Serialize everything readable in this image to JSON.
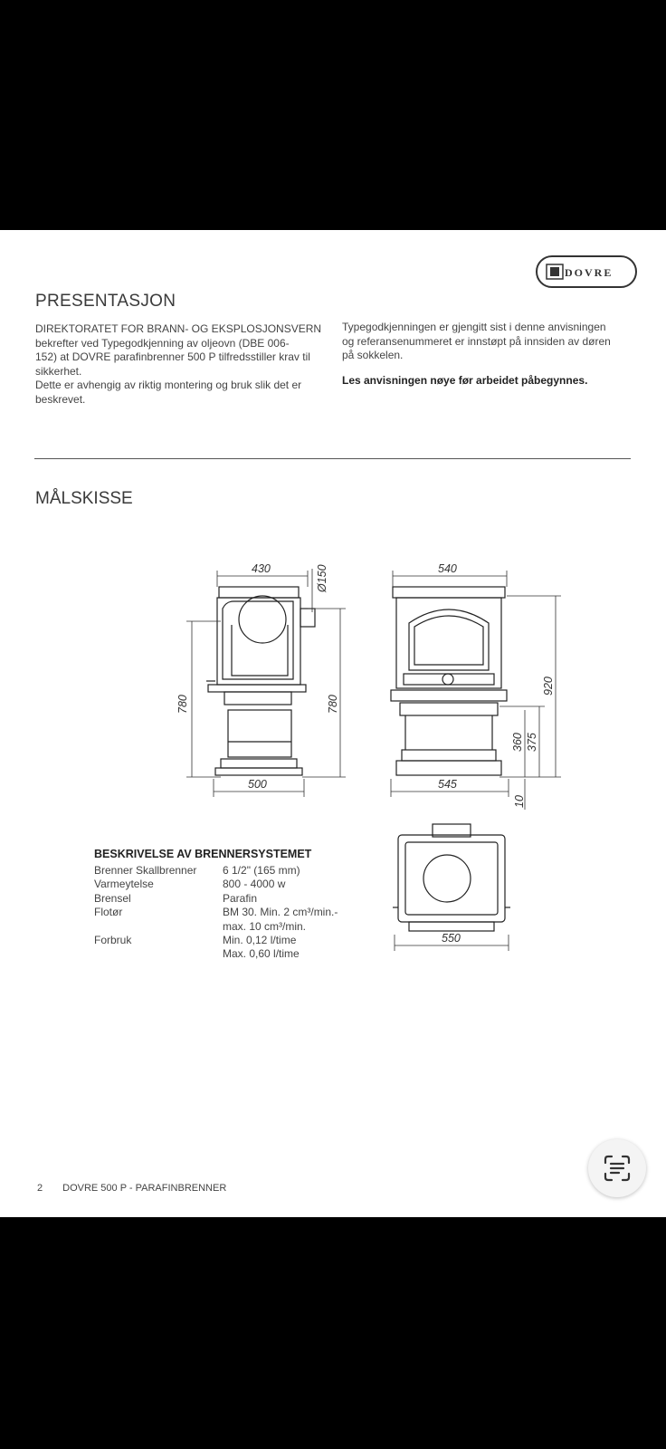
{
  "header": {
    "logo_text": "DOVRE"
  },
  "presentasjon": {
    "title": "PRESENTASJON",
    "left_lines": [
      "DIREKTORATET FOR BRANN- OG EKSPLOSJONSVERN",
      "bekrefter ved Typegodkjenning av oljeovn (DBE 006-",
      "152) at DOVRE parafinbrenner 500 P tilfredsstiller krav til",
      "sikkerhet.",
      "Dette er avhengig av riktig montering og bruk slik det er",
      "beskrevet."
    ],
    "right_lines": [
      "Typegodkjenningen er gjengitt sist i denne anvisningen",
      "og referansenummeret er innstøpt på innsiden av døren",
      "på sokkelen."
    ],
    "right_bold": "Les anvisningen nøye før arbeidet påbegynnes."
  },
  "malskisse": {
    "title": "MÅLSKISSE",
    "dims": {
      "side_width": "430",
      "flue": "Ø150",
      "side_height_left": "780",
      "side_height_right": "780",
      "side_depth": "500",
      "front_width": "540",
      "front_height": "920",
      "h375": "375",
      "h360": "360",
      "base_width": "545",
      "base_height": "10",
      "top_width": "550"
    }
  },
  "spec": {
    "title": "BESKRIVELSE AV BRENNERSYSTEMET",
    "rows": [
      {
        "k": "Brenner  Skallbrenner",
        "v": "6 1/2\" (165 mm)"
      },
      {
        "k": "Varmeytelse",
        "v": "800 - 4000 w"
      },
      {
        "k": "Brensel",
        "v": "Parafin"
      },
      {
        "k": "Flotør",
        "v": "BM 30. Min. 2 cm³/min.-"
      },
      {
        "k": "",
        "v": "max. 10 cm³/min."
      },
      {
        "k": "Forbruk",
        "v": "Min. 0,12 l/time"
      },
      {
        "k": "",
        "v": "Max. 0,60 l/time"
      }
    ]
  },
  "footer": {
    "page_num": "2",
    "text": "DOVRE 500 P - PARAFINBRENNER"
  }
}
